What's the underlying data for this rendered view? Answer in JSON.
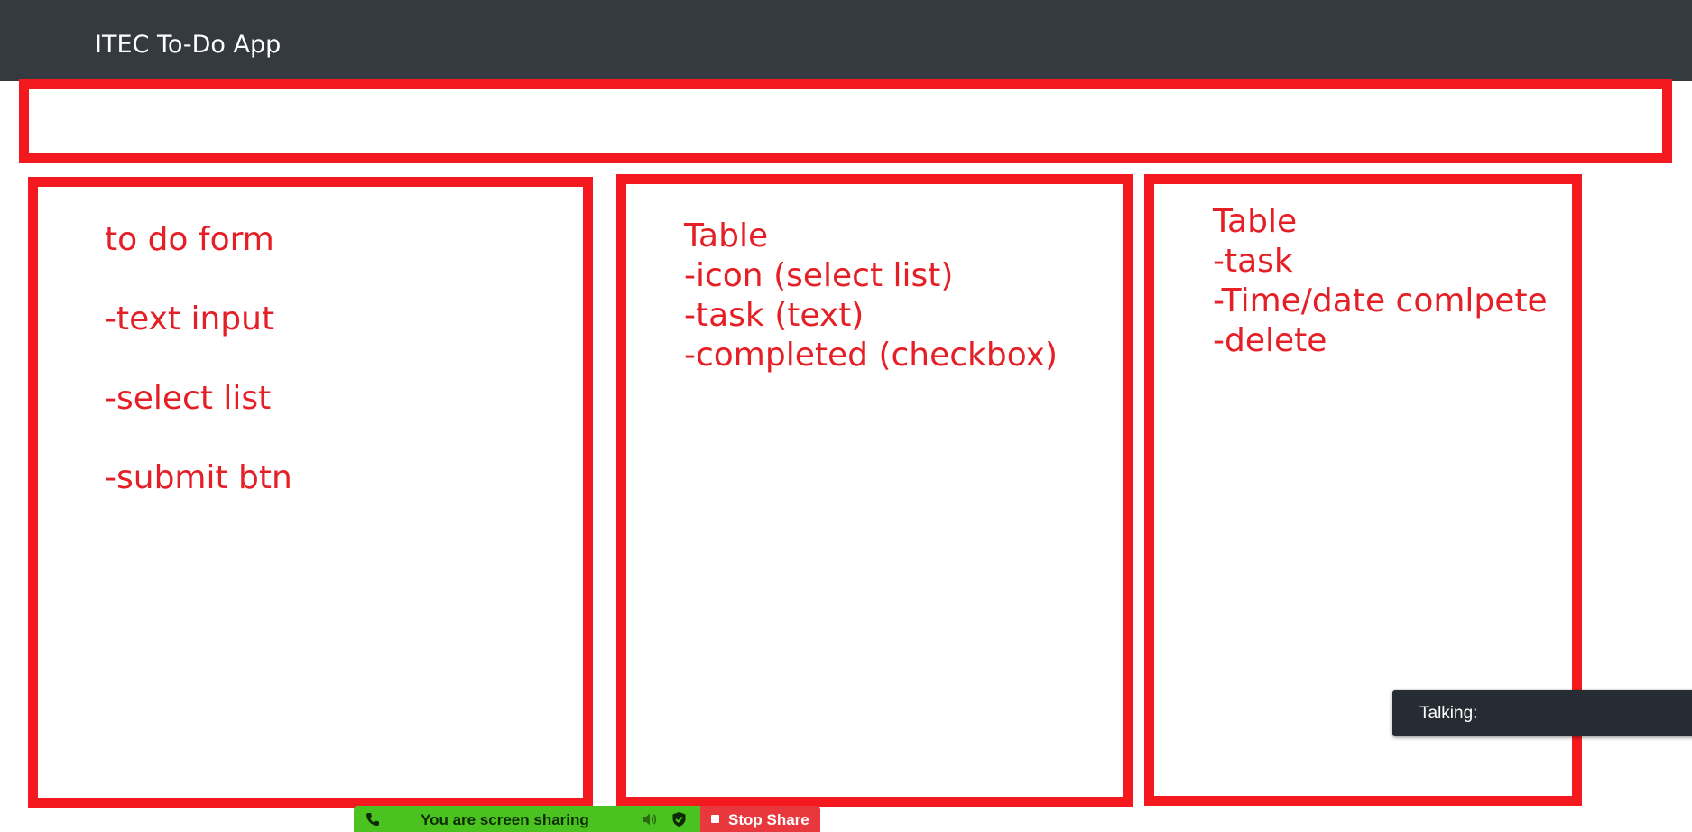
{
  "navbar": {
    "brand": "ITEC To-Do App",
    "background": "#343a40"
  },
  "colors": {
    "frame": "#f4191f",
    "note_text": "#e41f26",
    "share_bar": "#4ac21f",
    "stop_share": "#e8383d"
  },
  "form_box": {
    "lines": [
      "to do form",
      "-text input",
      "-select list",
      "-submit btn"
    ]
  },
  "tasks_table_box": {
    "lines": [
      "Table",
      "-icon (select list)",
      "-task (text)",
      "-completed (checkbox)"
    ]
  },
  "completed_table_box": {
    "lines": [
      "Table",
      "-task",
      "-Time/date comlpete",
      "-delete"
    ]
  },
  "talking_panel": {
    "label": "Talking:"
  },
  "screen_share": {
    "status": "You are screen sharing",
    "stop_label": "Stop Share",
    "icons": [
      "phone-icon",
      "speaker-icon",
      "shield-icon",
      "stop-square-icon"
    ]
  }
}
